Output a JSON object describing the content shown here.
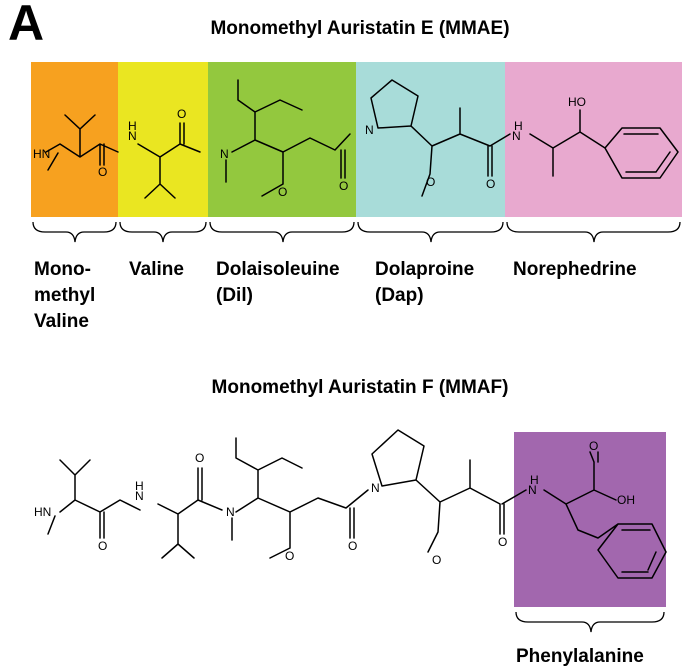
{
  "panel_letter": "A",
  "mmae": {
    "title": "Monomethyl Auristatin E (MMAE)",
    "segments": [
      {
        "key": "monomethyl-valine",
        "label_lines": [
          "Mono-",
          "methyl",
          "Valine"
        ],
        "color": "#F7A11F"
      },
      {
        "key": "valine",
        "label_lines": [
          "Valine"
        ],
        "color": "#EAE621"
      },
      {
        "key": "dolaisoleuine",
        "label_lines": [
          "Dolaisoleuine",
          "(Dil)"
        ],
        "color": "#93C83E"
      },
      {
        "key": "dolaproine",
        "label_lines": [
          "Dolaproine",
          "(Dap)"
        ],
        "color": "#A8DCD9"
      },
      {
        "key": "norephedrine",
        "label_lines": [
          "Norephedrine"
        ],
        "color": "#E8A9CF"
      }
    ],
    "atoms": {
      "nh_1": "HN",
      "nh_2": "N",
      "h_2": "H",
      "n_3": "N",
      "o_1": "O",
      "o_2": "O",
      "o_3": "O",
      "o_4": "O",
      "n_4": "N",
      "o_5": "O",
      "o_6": "O",
      "nh_5": "N",
      "h_5": "H",
      "oh": "HO"
    }
  },
  "mmaf": {
    "title": "Monomethyl Auristatin F (MMAF)",
    "segments": [
      {
        "key": "phenylalanine",
        "label_lines": [
          "Phenylalanine"
        ],
        "color": "#A267AE"
      }
    ],
    "atoms": {
      "nh_1": "HN",
      "nh_2": "N",
      "h_2": "H",
      "n_3": "N",
      "o_1": "O",
      "o_2": "O",
      "o_3": "O",
      "o_4": "O",
      "n_4": "N",
      "o_5": "O",
      "o_6": "O",
      "nh_5": "N",
      "h_5": "H",
      "o_acid": "O",
      "oh": "OH"
    }
  }
}
